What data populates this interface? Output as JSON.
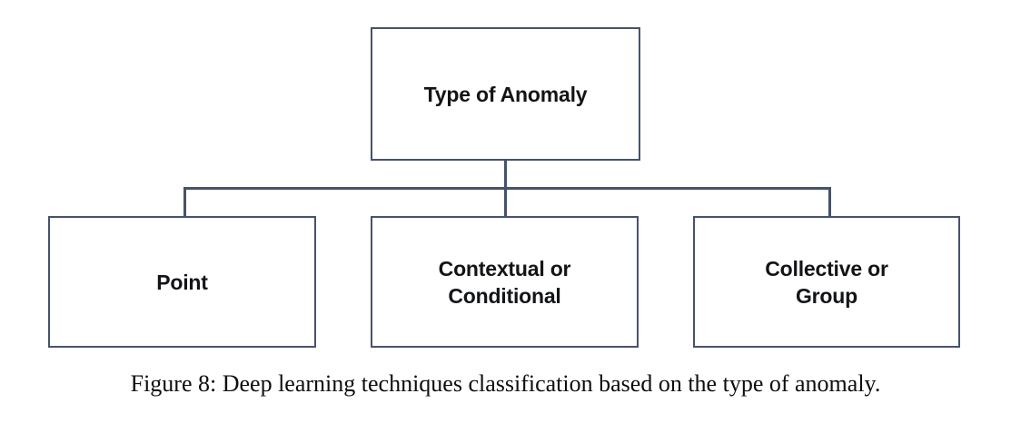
{
  "figure": {
    "caption": "Figure 8: Deep learning techniques classification based on the type of anomaly.",
    "background_color": "#ffffff",
    "line_color": "#46536a",
    "text_color": "#121417"
  },
  "diagram": {
    "type": "hierarchy-tree",
    "root": {
      "label": "Type of Anomaly"
    },
    "children": [
      {
        "label": "Point"
      },
      {
        "label": "Contextual or\nConditional"
      },
      {
        "label": "Collective or\nGroup"
      }
    ]
  }
}
